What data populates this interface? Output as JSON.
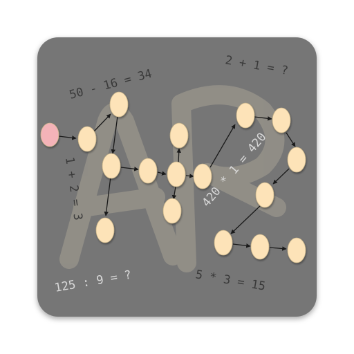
{
  "watermark": "AR",
  "equations": [
    {
      "id": "eq-subtract",
      "text": "50 - 16 = 34"
    },
    {
      "id": "eq-add-question",
      "text": "2 + 1 = ?"
    },
    {
      "id": "eq-add",
      "text": "1 + 2 = 3"
    },
    {
      "id": "eq-multiply-large",
      "text": "420 * 1 = 420"
    },
    {
      "id": "eq-divide-question",
      "text": "125 : 9 = ?"
    },
    {
      "id": "eq-multiply",
      "text": "5 * 3 = 15"
    }
  ],
  "colors": {
    "background": "#767676",
    "node_fill": "#fde3b8",
    "start_node_fill": "#f4b3b8",
    "edge": "#1a1a1a",
    "equation_text": "#3a3a3a",
    "equation_text_light": "#d8d8d8",
    "watermark": "#9a968c"
  }
}
